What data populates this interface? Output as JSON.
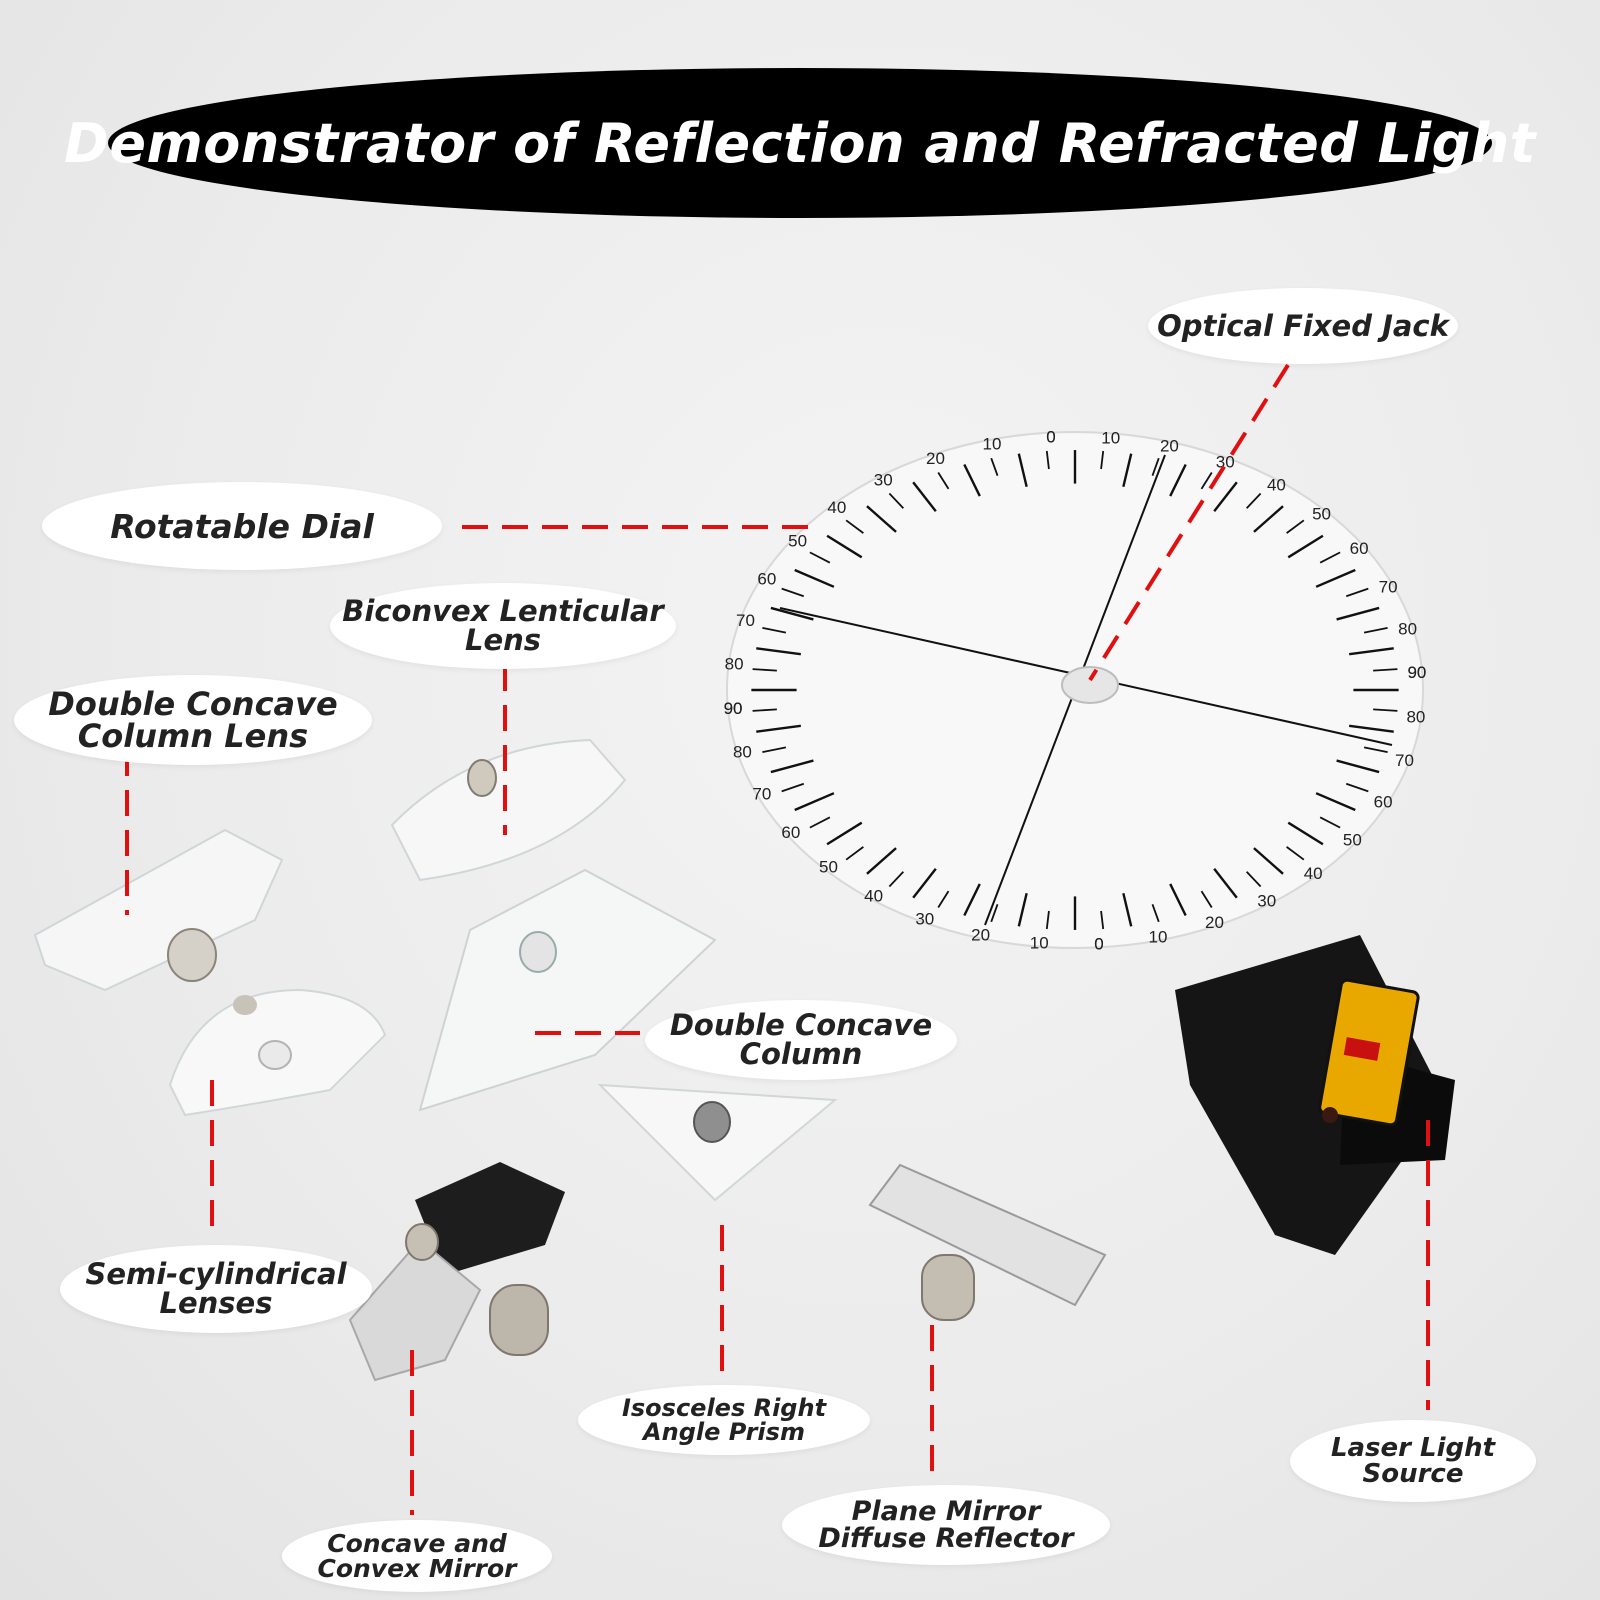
{
  "title": "Demonstrator of Reflection and Refracted Light",
  "accent_color": "#e01010",
  "labels": {
    "optical_fixed_jack": "Optical Fixed Jack",
    "rotatable_dial": "Rotatable Dial",
    "biconvex_line1": "Biconvex Lenticular",
    "biconvex_line2": "Lens",
    "double_concave_lens_line1": "Double Concave",
    "double_concave_lens_line2": "Column Lens",
    "double_concave_column_line1": "Double Concave",
    "double_concave_column_line2": "Column",
    "semi_cyl_line1": "Semi-cylindrical",
    "semi_cyl_line2": "Lenses",
    "prism_line1": "Isosceles Right",
    "prism_line2": "Angle Prism",
    "laser_line1": "Laser Light",
    "laser_line2": "Source",
    "plane_mirror_line1": "Plane Mirror",
    "plane_mirror_line2": "Diffuse Reflector",
    "concave_mirror_line1": "Concave and",
    "concave_mirror_line2": "Convex Mirror"
  },
  "dial_ticks": [
    "90",
    "80",
    "70",
    "60",
    "50",
    "40",
    "30",
    "20",
    "10",
    "0"
  ]
}
